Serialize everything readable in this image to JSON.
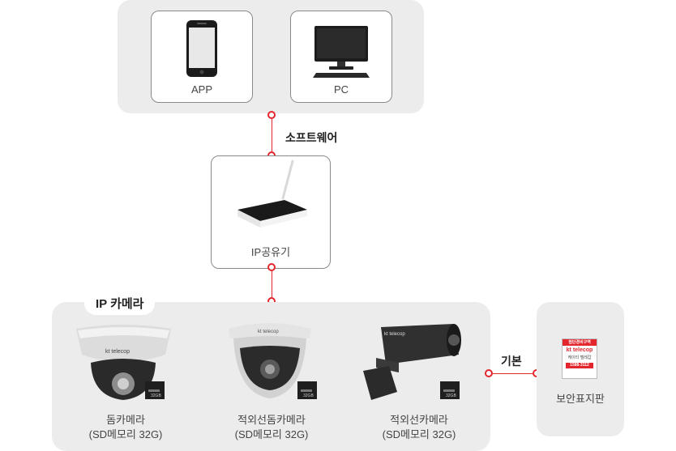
{
  "devices": {
    "app_label": "APP",
    "pc_label": "PC"
  },
  "software_label": "소프트웨어",
  "router": {
    "label": "IP공유기"
  },
  "ip_camera": {
    "section_title": "IP 카메라",
    "cameras": [
      {
        "name": "돔카메라",
        "spec": "(SD메모리 32G)"
      },
      {
        "name": "적외선돔카메라",
        "spec": "(SD메모리 32G)"
      },
      {
        "name": "적외선카메라",
        "spec": "(SD메모리 32G)"
      }
    ],
    "brand": "kt telecop",
    "sd_card_text": "32GB"
  },
  "basic_label": "기본",
  "security_sign": {
    "label": "보안표지판",
    "sign_top": "첨단경비구역",
    "sign_brand": "kt telecop",
    "sign_sub": "케이티 텔레캅",
    "sign_phone": "1588-3112"
  },
  "colors": {
    "accent": "#e3262e",
    "panel": "#ececec"
  }
}
